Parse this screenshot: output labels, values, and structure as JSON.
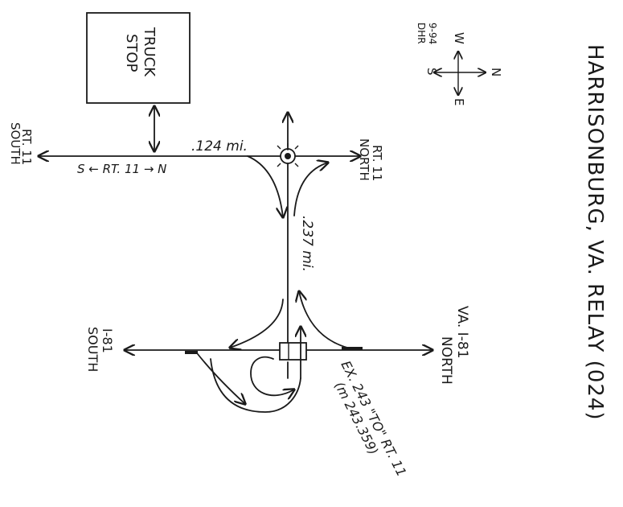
{
  "title": "HARRISONBURG, VA. RELAY (024)",
  "truck_stop_label": [
    "TRUCK",
    "STOP"
  ],
  "compass": {
    "north": "N",
    "south": "S",
    "east": "E",
    "west": "W"
  },
  "date": "9-94",
  "initials": "DHR",
  "labels": {
    "rt11_south": [
      "RT. 11",
      "SOUTH"
    ],
    "rt11_north": [
      "RT. 11",
      "NORTH"
    ],
    "rt11_direction": "S ← RT. 11 → N",
    "i81_south": [
      "I-81",
      "SOUTH"
    ],
    "i81_north": [
      "VA. I-81",
      "NORTH"
    ],
    "dist_124": ".124 mi.",
    "dist_237": ".237 mi.",
    "exit_label": "EX. 243 \"TO\" RT. 11",
    "milepost": "(m 243.359)"
  }
}
